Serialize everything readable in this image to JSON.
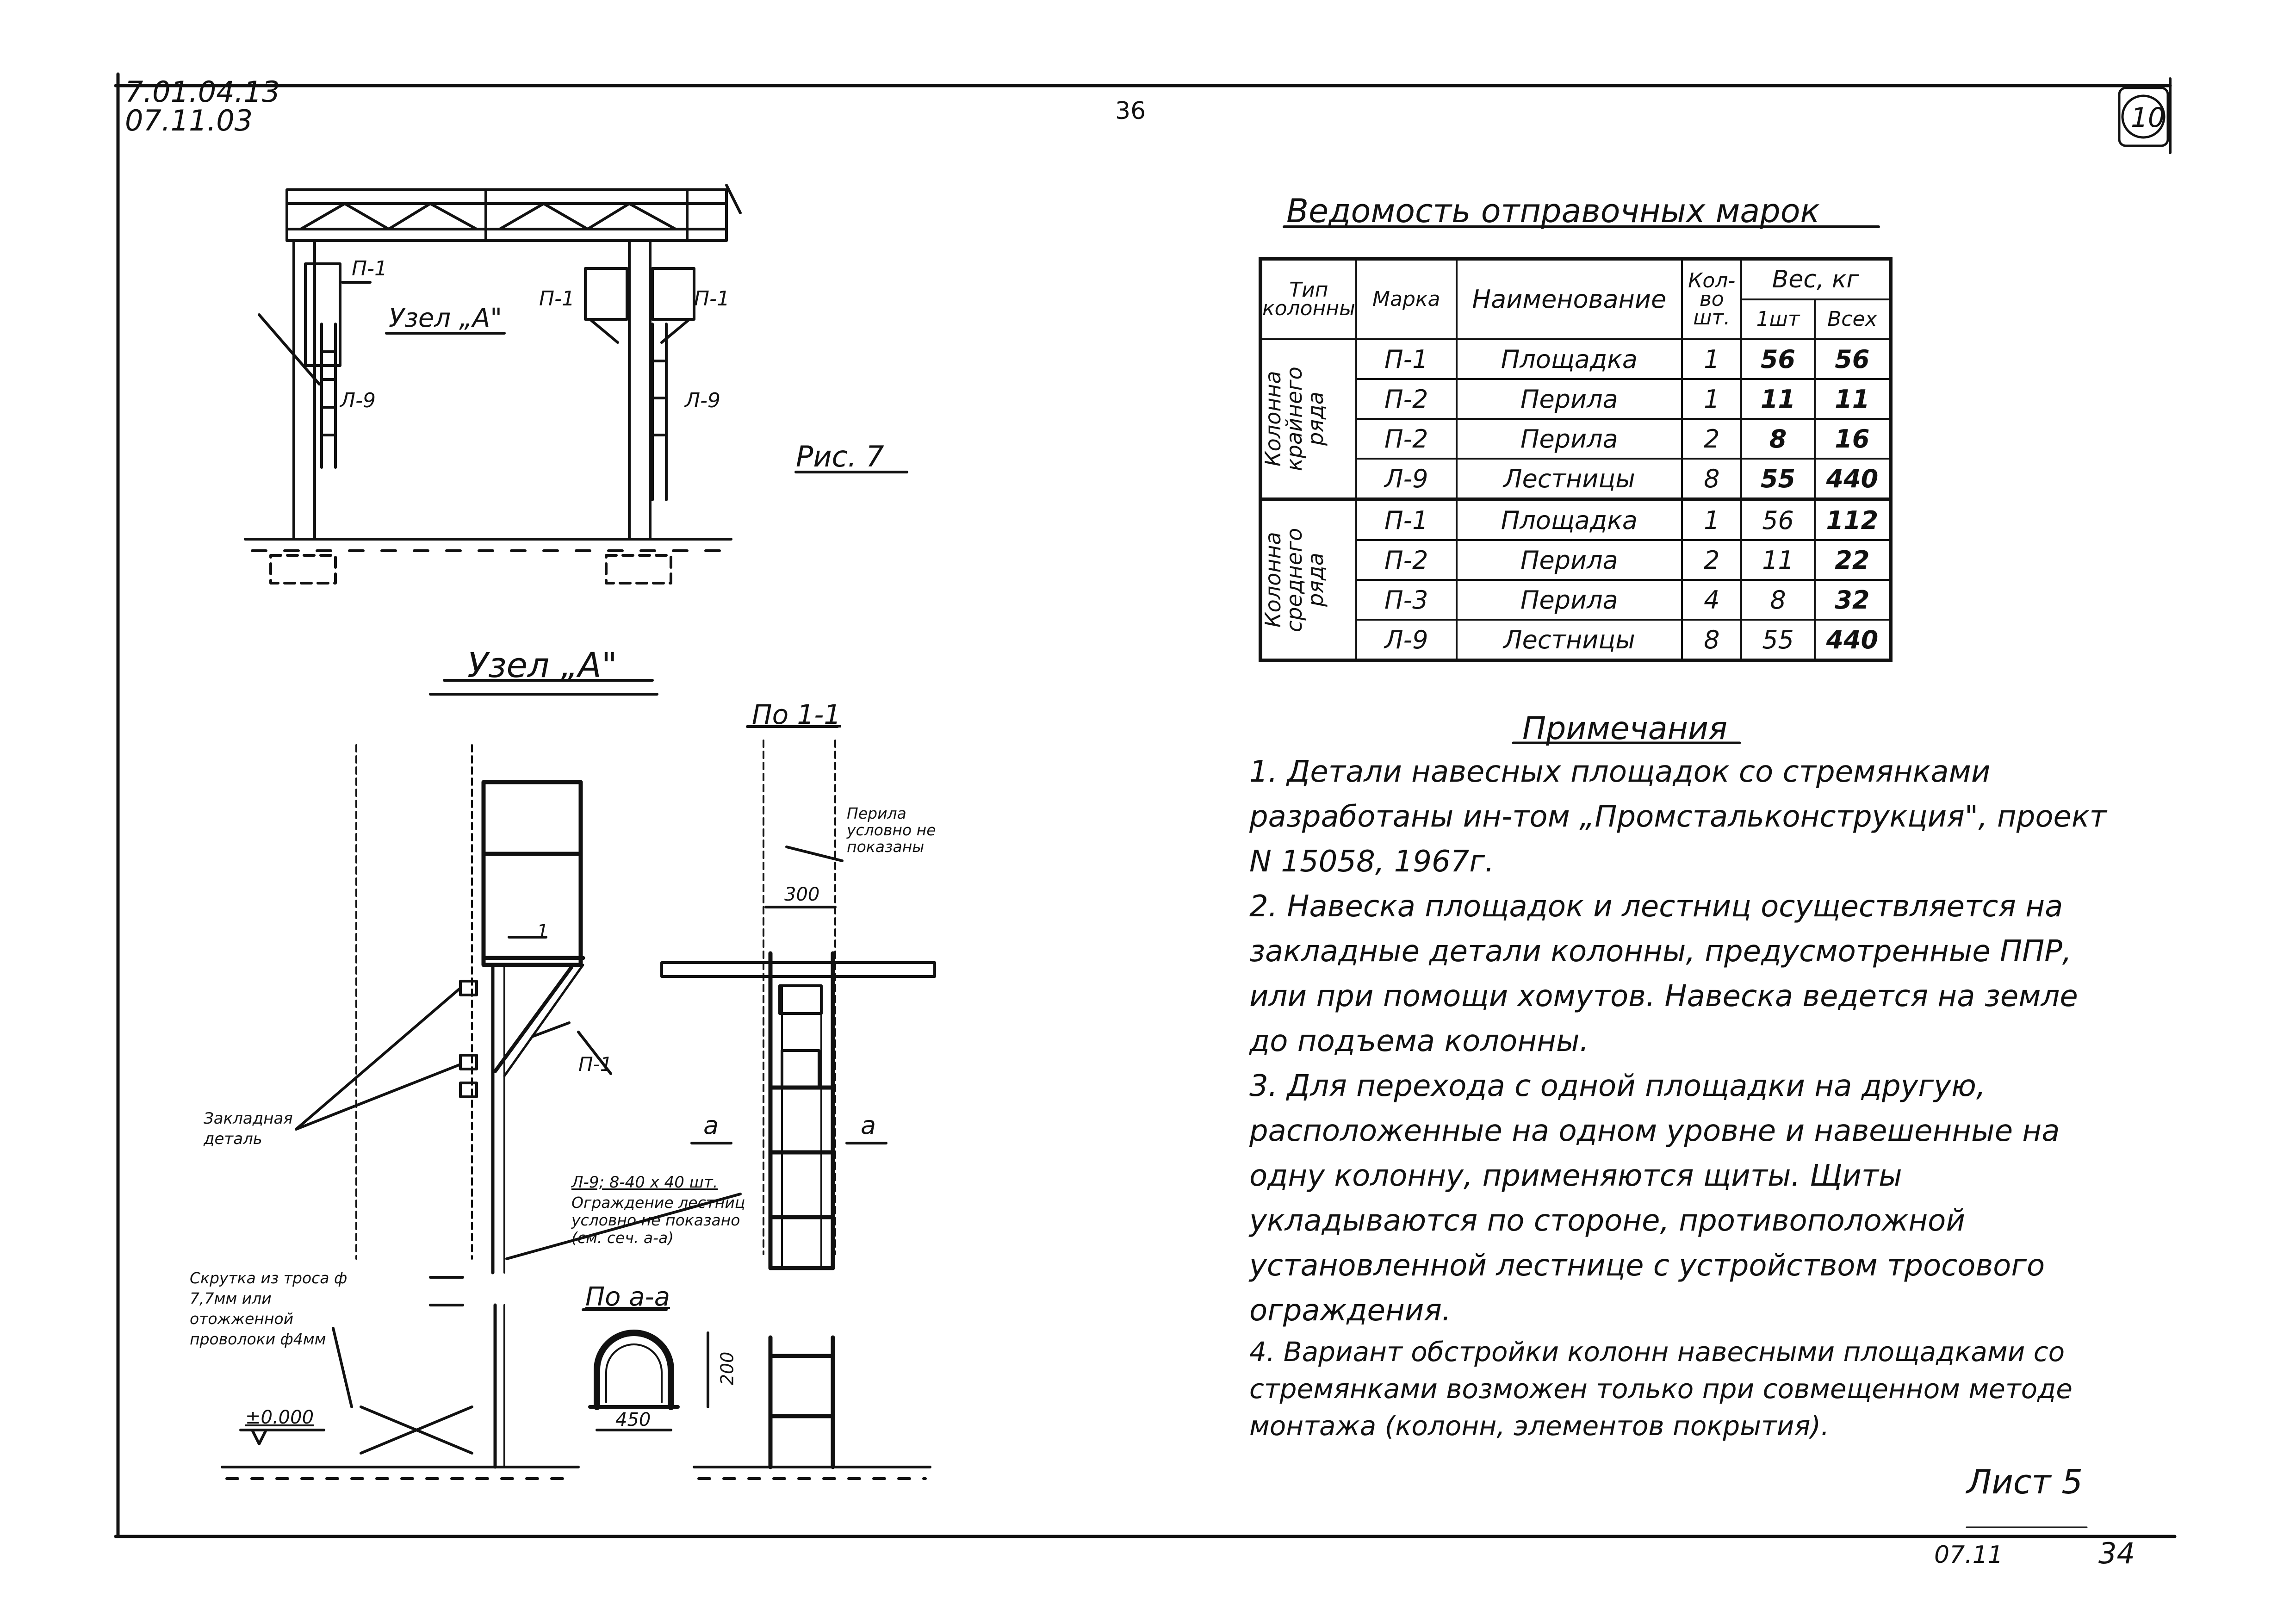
{
  "header": {
    "code_line1": "7.01.04.13",
    "code_line2": "07.11.03",
    "page_number": "36",
    "circled_number": "10"
  },
  "figure7": {
    "caption": "Рис. 7",
    "node_label": "Узел „А\"",
    "marks": [
      "П-1",
      "П-1",
      "П-1",
      "Л-9",
      "Л-9"
    ]
  },
  "node_a": {
    "title": "Узел „А\"",
    "section_1_1": "По 1-1",
    "section_a_a": "По а-а",
    "label_zakladnaya": "Закладная деталь",
    "label_p1": "П-1",
    "label_l9": "Л-9; 8-40 х 40 шт.",
    "label_ograzhdenie": "Ограждение лестниц условно не показано (см. сеч. а-а)",
    "label_skrutka": "Скрутка из троса ф 7,7мм или отожженной проволоки ф4мм",
    "label_perila": "Перила условно не показаны",
    "dim_300": "300",
    "dim_200": "200",
    "dim_450": "450",
    "level": "±0.000",
    "mark_a": "а",
    "mark_1": "1"
  },
  "statement": {
    "title": "Ведомость отправочных марок",
    "headers": {
      "type": "Тип колонны",
      "mark": "Марка",
      "name": "Наименование",
      "qty": "Кол-во шт.",
      "weight": "Вес, кг",
      "weight_one": "1шт",
      "weight_all": "Всех"
    },
    "groups": [
      {
        "label": "Колонна крайнего ряда",
        "rows": [
          {
            "mark": "П-1",
            "name": "Площадка",
            "qty": "1",
            "w1": "56",
            "wall": "56"
          },
          {
            "mark": "П-2",
            "name": "Перила",
            "qty": "1",
            "w1": "11",
            "wall": "11"
          },
          {
            "mark": "П-2",
            "name": "Перила",
            "qty": "2",
            "w1": "8",
            "wall": "16"
          },
          {
            "mark": "Л-9",
            "name": "Лестницы",
            "qty": "8",
            "w1": "55",
            "wall": "440"
          }
        ]
      },
      {
        "label": "Колонна среднего ряда",
        "rows": [
          {
            "mark": "П-1",
            "name": "Площадка",
            "qty": "1",
            "w1": "56",
            "wall": "112"
          },
          {
            "mark": "П-2",
            "name": "Перила",
            "qty": "2",
            "w1": "11",
            "wall": "22"
          },
          {
            "mark": "П-3",
            "name": "Перила",
            "qty": "4",
            "w1": "8",
            "wall": "32"
          },
          {
            "mark": "Л-9",
            "name": "Лестницы",
            "qty": "8",
            "w1": "55",
            "wall": "440"
          }
        ]
      }
    ]
  },
  "notes": {
    "title": "Примечания",
    "items": [
      "1. Детали навесных площадок со стремянками разработаны ин-том „Промстальконструкция\", проект N 15058, 1967г.",
      "2. Навеска площадок и лестниц осуществляется на закладные детали колонны, предусмотренные ППР, или при помощи хомутов. Навеска ведется на земле до подъема колонны.",
      "3. Для перехода с одной площадки на другую, расположенные на одном уровне и навешенные на одну колонну, применяются щиты. Щиты укладываются по стороне, противоположной установленной лестнице с устройством тросового ограждения.",
      "4. Вариант обстройки колонн навесными площадками со стремянками возможен только при совмещенном методе монтажа (колонн, элементов покрытия)."
    ]
  },
  "footer": {
    "sheet": "Лист 5",
    "date": "07.11",
    "number": "34"
  }
}
